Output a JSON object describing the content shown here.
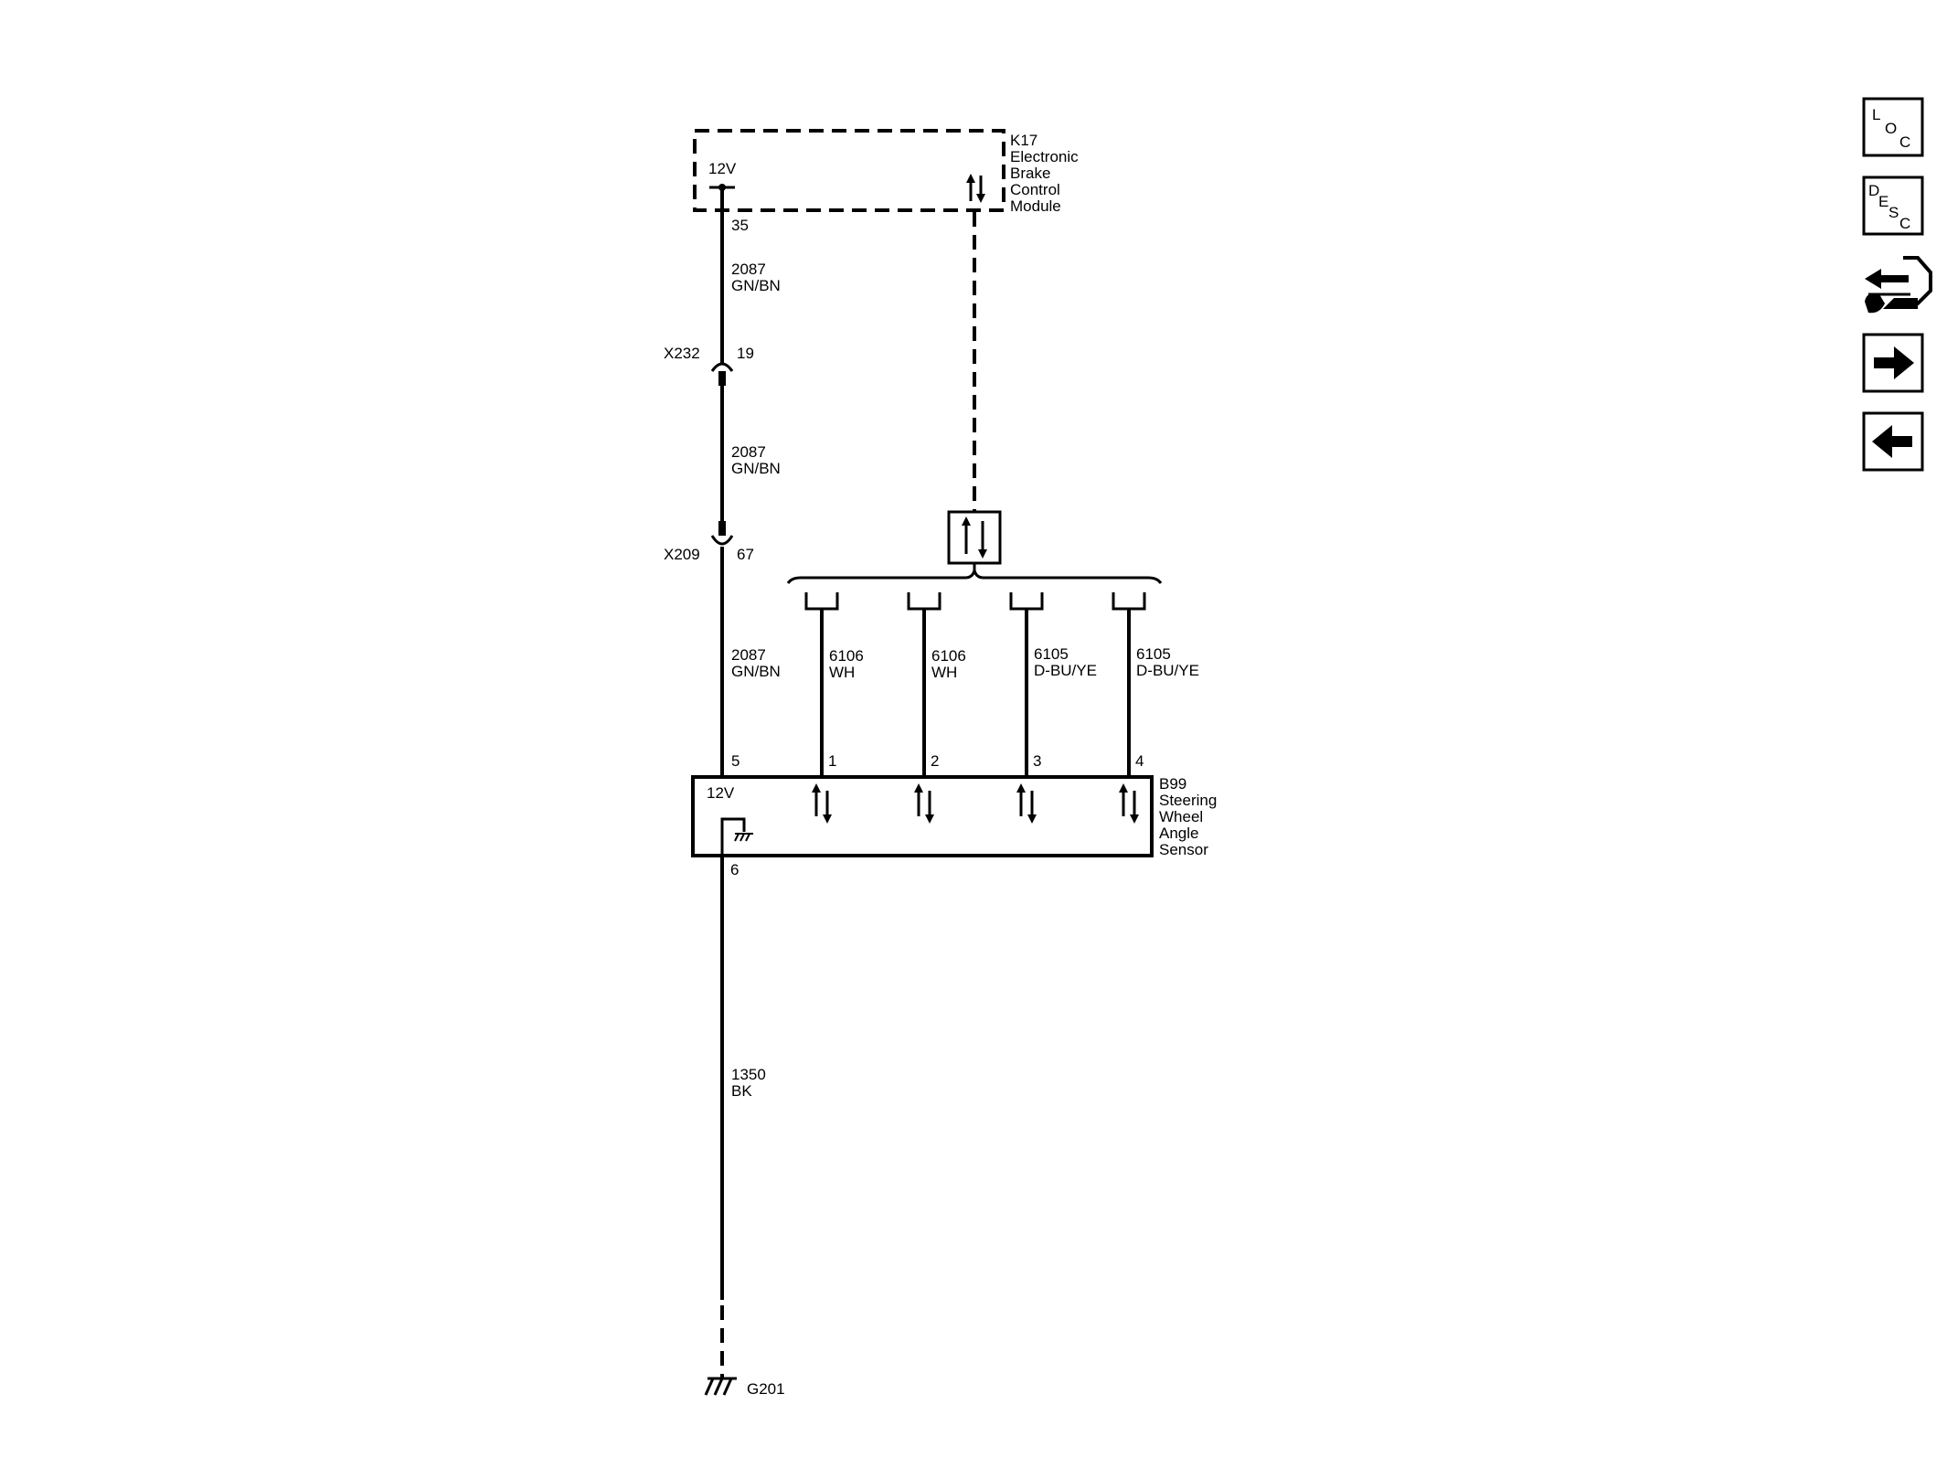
{
  "modules": {
    "k17": {
      "lines": [
        "K17",
        "Electronic",
        "Brake",
        "Control",
        "Module"
      ],
      "voltage": "12V",
      "pin": "35"
    },
    "b99": {
      "lines": [
        "B99",
        "Steering",
        "Wheel",
        "Angle",
        "Sensor"
      ],
      "voltage": "12V",
      "ground_pin": "6"
    }
  },
  "connectors": {
    "x232": {
      "name": "X232",
      "pin": "19"
    },
    "x209": {
      "name": "X209",
      "pin": "67"
    }
  },
  "wires": {
    "seg1": {
      "circuit": "2087",
      "color": "GN/BN"
    },
    "seg2": {
      "circuit": "2087",
      "color": "GN/BN"
    },
    "seg3": {
      "circuit": "2087",
      "color": "GN/BN"
    },
    "ground": {
      "circuit": "1350",
      "color": "BK"
    }
  },
  "b99_pins": {
    "power": "5",
    "data": [
      "1",
      "2",
      "3",
      "4"
    ]
  },
  "data_wires": [
    {
      "circuit": "6106",
      "color": "WH"
    },
    {
      "circuit": "6106",
      "color": "WH"
    },
    {
      "circuit": "6105",
      "color": "D-BU/YE"
    },
    {
      "circuit": "6105",
      "color": "D-BU/YE"
    }
  ],
  "ground_point": {
    "name": "G201"
  },
  "sidebar": {
    "loc": [
      "L",
      "O",
      "C"
    ],
    "desc": [
      "D",
      "E",
      "S",
      "C"
    ]
  }
}
